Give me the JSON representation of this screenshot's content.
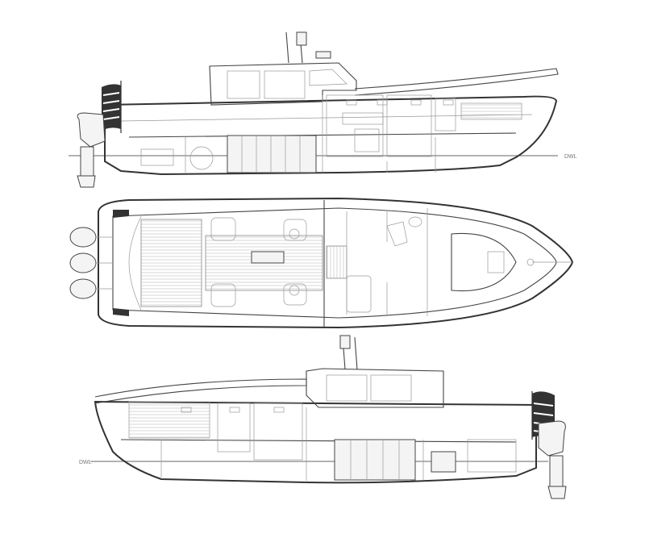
{
  "drawing": {
    "views": [
      {
        "id": "profile-starboard",
        "waterline_label": "DWL"
      },
      {
        "id": "deck-plan"
      },
      {
        "id": "profile-port",
        "waterline_label": "DWL"
      }
    ]
  },
  "colors": {
    "line": "#444444",
    "background": "#ffffff",
    "flag": "#222222"
  }
}
